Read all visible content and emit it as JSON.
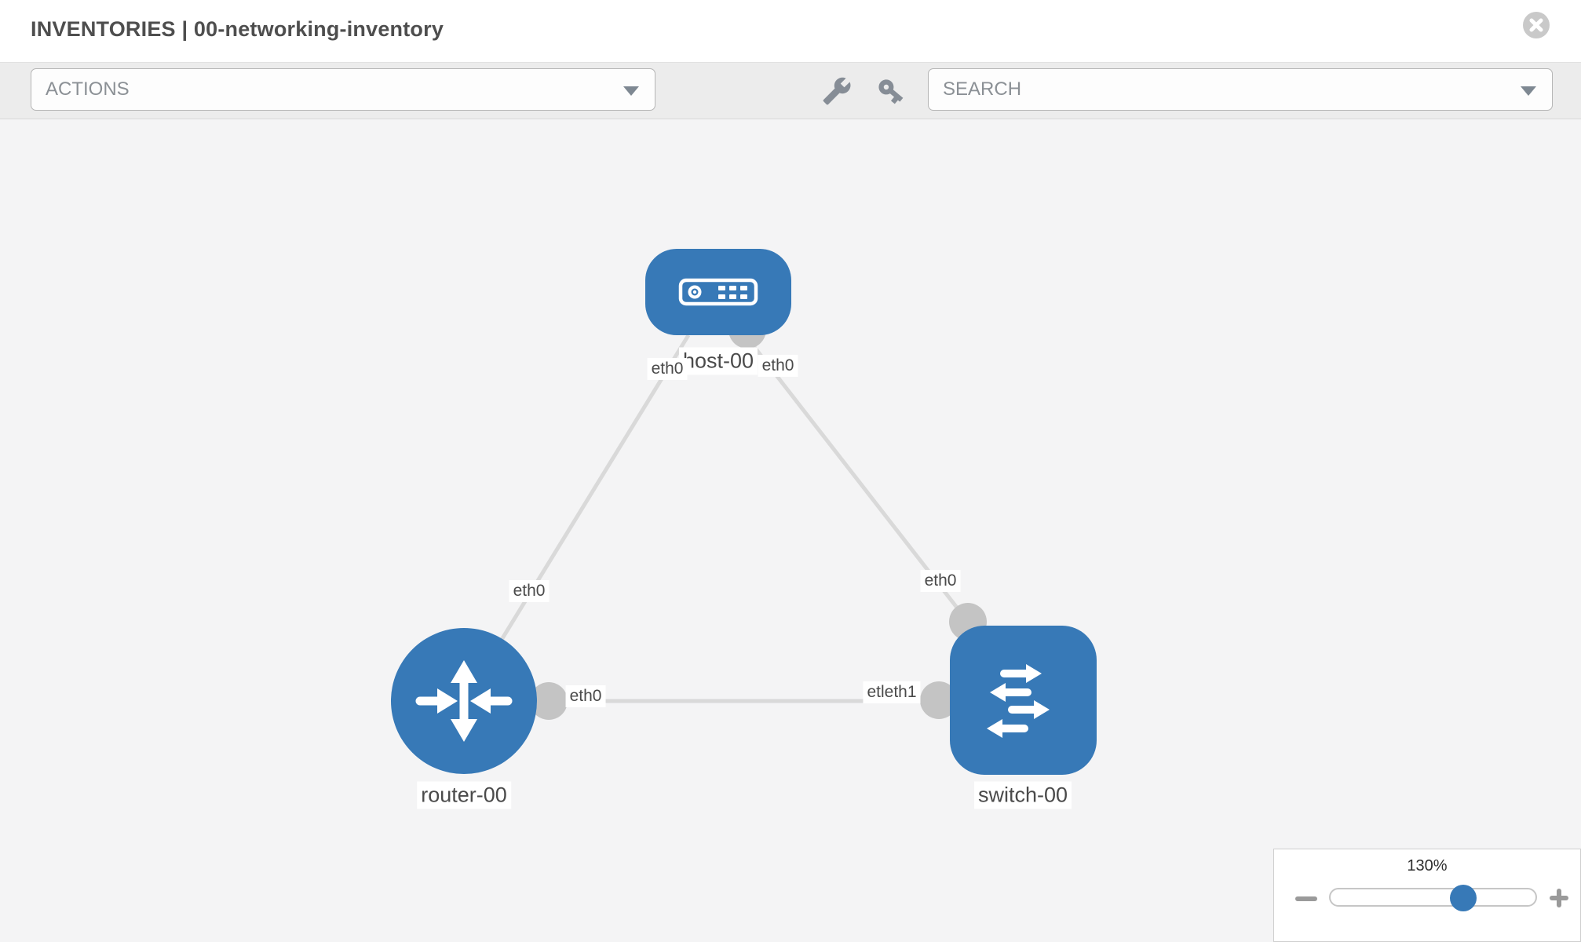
{
  "header": {
    "title": "INVENTORIES | 00-networking-inventory"
  },
  "toolbar": {
    "actions_label": "ACTIONS",
    "search_label": "SEARCH"
  },
  "topology": {
    "nodes": [
      {
        "id": "host-00",
        "type": "host",
        "label": "host-00"
      },
      {
        "id": "router-00",
        "type": "router",
        "label": "router-00"
      },
      {
        "id": "switch-00",
        "type": "switch",
        "label": "switch-00"
      }
    ],
    "links": [
      {
        "source": "host-00",
        "source_interface": "eth0",
        "target": "router-00",
        "target_interface": "eth0"
      },
      {
        "source": "host-00",
        "source_interface": "eth0",
        "target": "switch-00",
        "target_interface": "eth0"
      },
      {
        "source": "router-00",
        "source_interface": "eth0",
        "target": "switch-00",
        "target_interface_label": "etleth1"
      }
    ]
  },
  "node_labels": {
    "host": "host-00",
    "router": "router-00",
    "switch": "switch-00"
  },
  "interface_labels": {
    "host_left": "eth0",
    "host_right": "eth0",
    "router_link": "eth0",
    "router_right": "eth0",
    "switch_top": "eth0",
    "switch_left": "etleth1"
  },
  "zoom_control": {
    "level": "130%"
  },
  "icons": [
    "close-icon",
    "dropdown-caret-icon",
    "wrench-icon",
    "key-icon",
    "minus-icon",
    "plus-icon",
    "host-icon",
    "router-icon",
    "switch-icon"
  ],
  "colors": {
    "node_blue": "#3779b7",
    "edge_gray": "#d9d9d9",
    "interface_dot_gray": "#c4c4c4",
    "toolbar_bg": "#ececec",
    "canvas_bg": "#f4f4f5",
    "tool_icon_gray": "#868d96"
  }
}
